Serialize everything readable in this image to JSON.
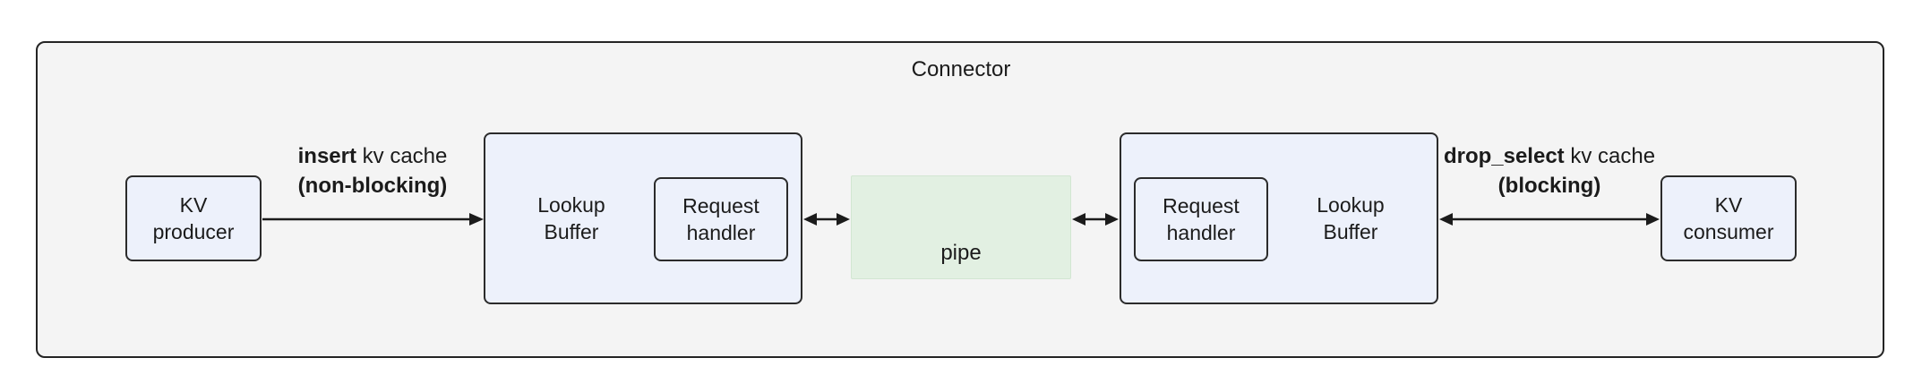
{
  "colors": {
    "background": "#ffffff",
    "outer_fill": "#f4f4f4",
    "outer_border": "#242424",
    "node_fill": "#edf1fb",
    "node_border": "#2b2b2b",
    "pipe_fill": "#e2f0e2",
    "pipe_border": "#d2e6d2",
    "text": "#1b1b1b",
    "arrow": "#1b1b1b"
  },
  "connector": {
    "title": "Connector"
  },
  "nodes": {
    "kv_producer": {
      "lines": [
        "KV",
        "producer"
      ]
    },
    "lookup_buffer_left": {
      "lines": [
        "Lookup",
        "Buffer"
      ]
    },
    "request_handler_left": {
      "lines": [
        "Request",
        "handler"
      ]
    },
    "pipe": {
      "label": "pipe"
    },
    "request_handler_right": {
      "lines": [
        "Request",
        "handler"
      ]
    },
    "lookup_buffer_right": {
      "lines": [
        "Lookup",
        "Buffer"
      ]
    },
    "kv_consumer": {
      "lines": [
        "KV",
        "consumer"
      ]
    }
  },
  "edges": {
    "insert": {
      "verb": "insert",
      "rest": " kv cache",
      "mode": "(non-blocking)"
    },
    "drop_select": {
      "verb": "drop_select",
      "rest": " kv cache",
      "mode": "(blocking)"
    }
  }
}
